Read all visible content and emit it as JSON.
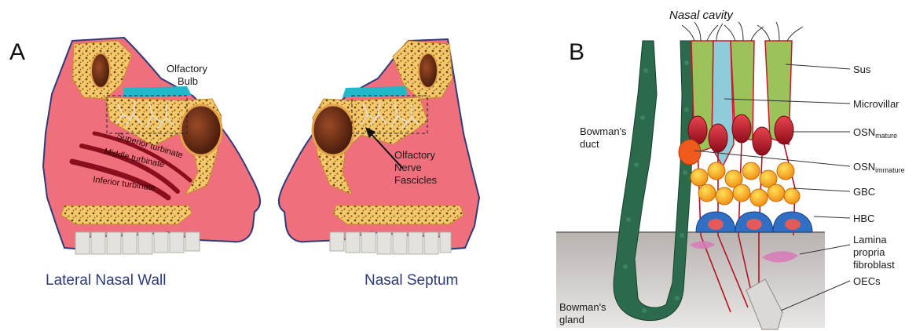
{
  "panel_a": {
    "letter": "A",
    "left_caption": "Lateral Nasal Wall",
    "right_caption": "Nasal Septum",
    "labels": {
      "olfactory_bulb_line1": "Olfactory",
      "olfactory_bulb_line2": "Bulb",
      "superior_turbinate": "Superior turbinate",
      "middle_turbinate": "Middle turbinate",
      "inferior_turbinate": "Inferior turbinate",
      "fascicles_line1": "Olfactory",
      "fascicles_line2": "Nerve",
      "fascicles_line3": "Fascicles"
    }
  },
  "panel_b": {
    "letter": "B",
    "title": "Nasal cavity",
    "left_labels": {
      "bowmans_duct_line1": "Bowman's",
      "bowmans_duct_line2": "duct",
      "bowmans_gland_line1": "Bowman's",
      "bowmans_gland_line2": "gland"
    },
    "right_labels": {
      "sus": "Sus",
      "microvillar": "Microvillar",
      "osn_mature_main": "OSN",
      "osn_mature_sub": "mature",
      "osn_immature_main": "OSN",
      "osn_immature_sub": "immature",
      "gbc": "GBC",
      "hbc": "HBC",
      "lamina_line1": "Lamina",
      "lamina_line2": "propria",
      "lamina_line3": "fibroblast",
      "oecs": "OECs"
    }
  },
  "colors": {
    "tissue_pink": "#ef6f7c",
    "bone_yellow": "#f4c86a",
    "sinus_brown": "#5a2410",
    "bulb_cyan": "#21b8c9",
    "outline_navy": "#2e3b78",
    "sustentacular_green": "#9cc35a",
    "osn_red": "#c8182a",
    "gbc_orange": "#f6a31c",
    "hbc_blue": "#2f6fc4",
    "gland_dark_green": "#2c6a4e"
  }
}
